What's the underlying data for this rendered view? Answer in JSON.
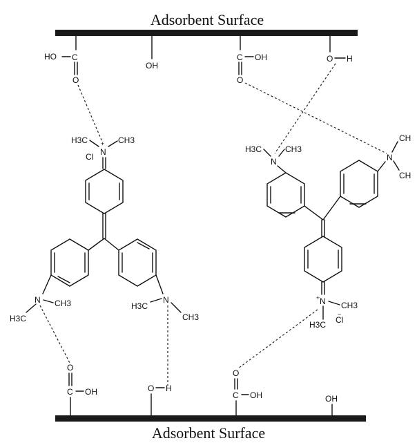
{
  "surface": {
    "top_label": "Adsorbent Surface",
    "bottom_label": "Adsorbent Surface",
    "color": "#1a1a1a"
  },
  "top_groups": {
    "g1_ho": "HO",
    "g1_c": "C",
    "g1_o": "O",
    "g2_oh": "OH",
    "g3_c": "C",
    "g3_oh": "OH",
    "g3_o": "O",
    "g4_o": "O",
    "g4_h": "H"
  },
  "bottom_groups": {
    "g1_o": "O",
    "g1_c": "C",
    "g1_oh": "OH",
    "g2_o": "O",
    "g2_h": "H",
    "g3_o": "O",
    "g3_c": "C",
    "g3_oh": "OH",
    "g4_oh": "OH"
  },
  "left_molecule": {
    "n_plus": "N",
    "plus": "+",
    "h3c": "H3C",
    "ch3": "CH3",
    "cl": "Cl",
    "n_left": "N",
    "n_left_ch3": "CH3",
    "n_left_h3c": "H3C",
    "n_right": "N",
    "n_right_h3c": "H3C",
    "n_right_ch3": "CH3"
  },
  "right_molecule": {
    "n_left": "N",
    "h3c": "H3C",
    "ch3": "CH3",
    "n_right": "N",
    "ch_top": "CH",
    "ch_bot": "CH",
    "n_plus": "N",
    "plus": "+",
    "h3c_bot": "H3C",
    "cl": "Cl",
    "minus": "−"
  }
}
